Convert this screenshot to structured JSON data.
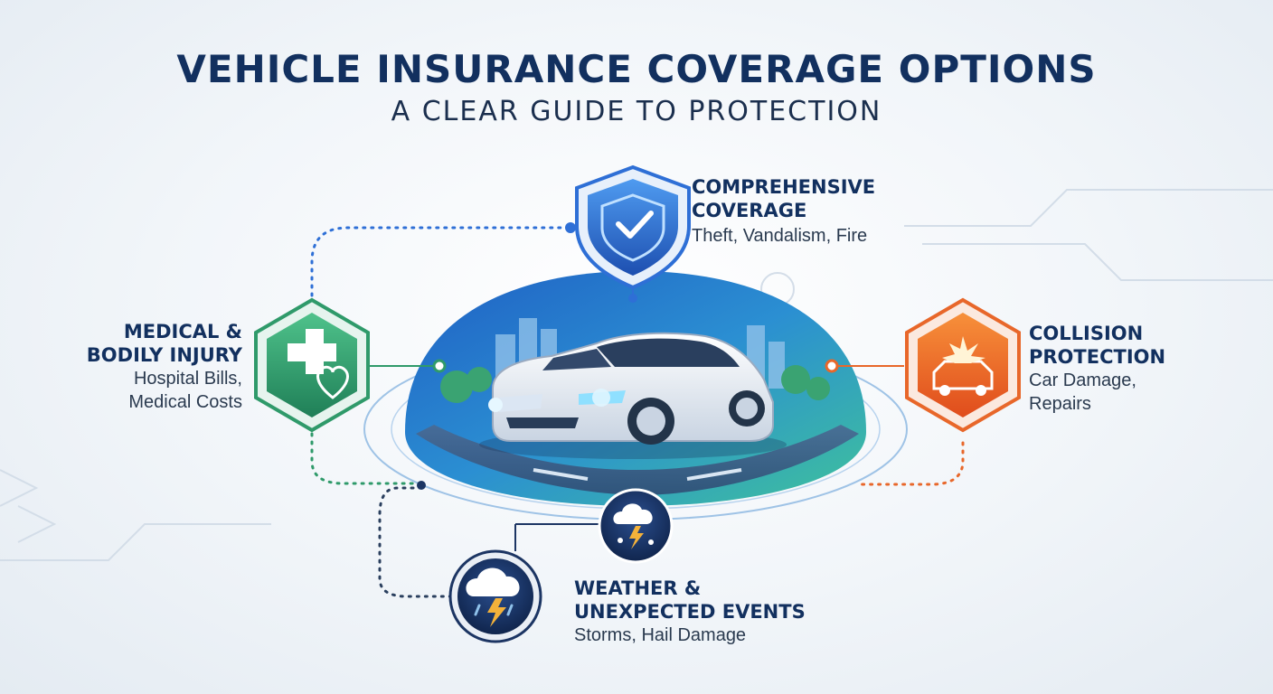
{
  "header": {
    "title": "VEHICLE INSURANCE COVERAGE OPTIONS",
    "subtitle": "A CLEAR GUIDE TO PROTECTION"
  },
  "coverages": {
    "comprehensive": {
      "title_line1": "COMPREHENSIVE",
      "title_line2": "COVERAGE",
      "description": "Theft, Vandalism, Fire",
      "color": "#2e6fd6",
      "icon": "shield-check-icon"
    },
    "medical": {
      "title_line1": "MEDICAL &",
      "title_line2": "BODILY INJURY",
      "description_line1": "Hospital Bills,",
      "description_line2": "Medical Costs",
      "color": "#2f9a6a",
      "icon": "medical-cross-heart-icon"
    },
    "collision": {
      "title_line1": "COLLISION",
      "title_line2": "PROTECTION",
      "description_line1": "Car Damage,",
      "description_line2": "Repairs",
      "color": "#e8672a",
      "icon": "car-crash-icon"
    },
    "weather": {
      "title_line1": "WEATHER &",
      "title_line2": "UNEXPECTED EVENTS",
      "description": "Storms, Hail Damage",
      "color": "#1c3563",
      "icon": "storm-cloud-icon"
    }
  },
  "colors": {
    "navy": "#12305f",
    "blue": "#2e6fd6",
    "green": "#2f9a6a",
    "orange": "#e8672a",
    "teal": "#3cb8a8"
  },
  "center_icon": "car-icon"
}
